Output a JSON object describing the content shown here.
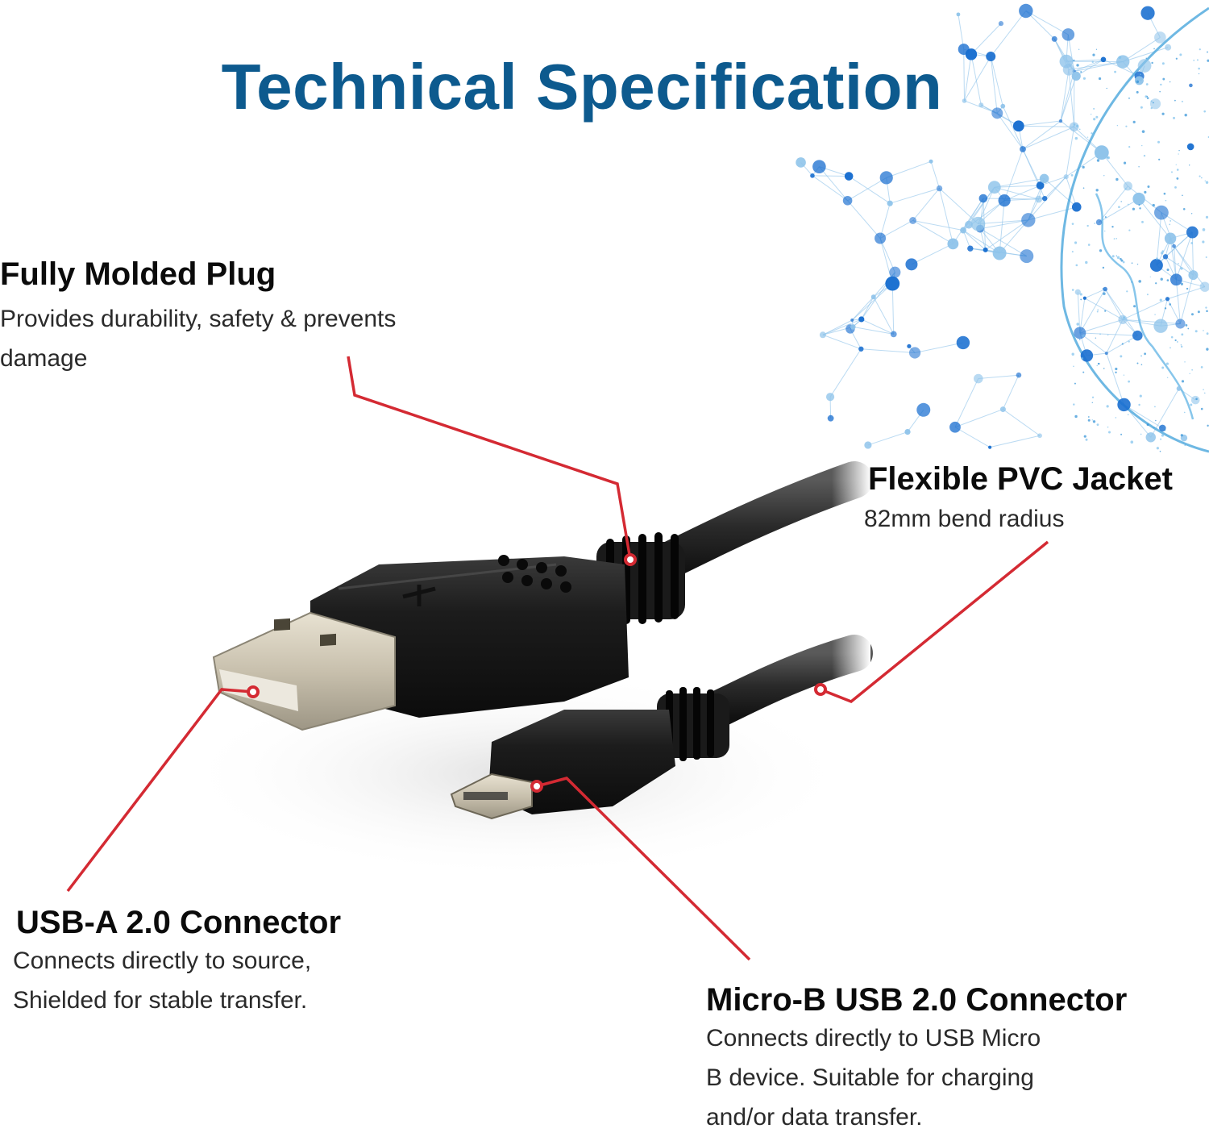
{
  "title": "Technical Specification",
  "features": {
    "molded_plug": {
      "title": "Fully Molded Plug",
      "desc_lines": [
        "Provides durability, safety & prevents",
        "damage"
      ]
    },
    "pvc_jacket": {
      "title": "Flexible PVC Jacket",
      "desc_lines": [
        "82mm bend radius"
      ]
    },
    "usb_a": {
      "title": "USB-A 2.0 Connector",
      "desc_lines": [
        "Connects directly to source,",
        "Shielded for stable transfer."
      ]
    },
    "micro_b": {
      "title": "Micro-B USB 2.0 Connector",
      "desc_lines": [
        "Connects directly to USB Micro",
        "B device. Suitable for charging",
        "and/or data transfer."
      ]
    }
  },
  "colors": {
    "title": "#0d5a8e",
    "callout": "#d42a33",
    "globe_dark": "#1a6fd0",
    "globe_light": "#8ec3ea"
  }
}
